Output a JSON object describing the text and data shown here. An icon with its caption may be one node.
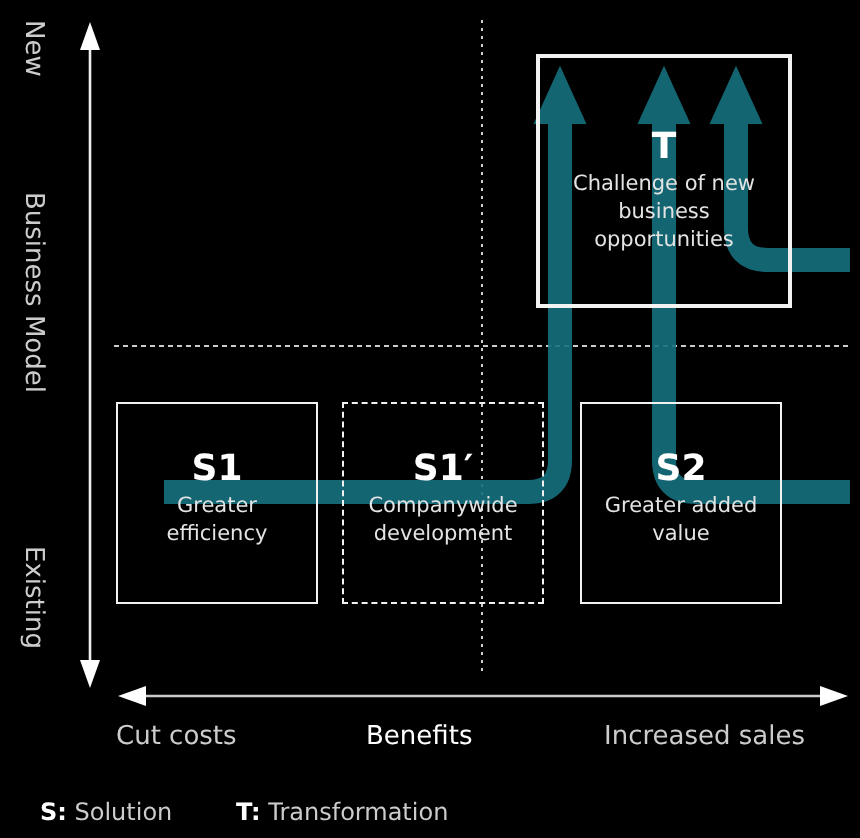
{
  "diagram": {
    "nodes": [
      {
        "text": [
          "S1",
          "Greater efficiency"
        ]
      },
      {
        "text": [
          "S1′",
          "Companywide development"
        ]
      },
      {
        "text": [
          "S2",
          "Greater added value"
        ]
      },
      {
        "text": [
          "T",
          "Challenge of new business opportunities"
        ]
      }
    ],
    "edges": [
      {
        "from": 0,
        "to": 1,
        "arrow": "none"
      },
      {
        "from": 1,
        "to": 3,
        "arrow": "to"
      },
      {
        "from": null,
        "to": 3,
        "arrow": "to"
      },
      {
        "from": null,
        "to": 3,
        "arrow": "to"
      }
    ],
    "labels": [
      "New",
      "Business Model",
      "Existing",
      "Cut costs",
      "Benefits",
      "Increased sales",
      "**S:** Solution",
      "**T:** Transformation"
    ]
  }
}
